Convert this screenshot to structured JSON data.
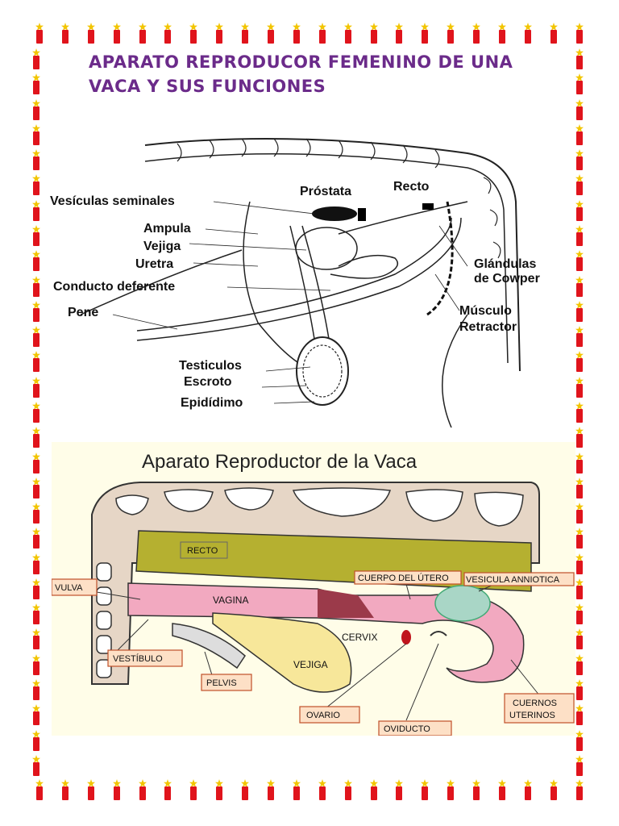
{
  "document": {
    "title": "Aparato reproducor femenino de una vaca y sus funciones"
  },
  "figure_male": {
    "labels": {
      "vesiculas": "Vesículas seminales",
      "prostata": "Próstata",
      "recto": "Recto",
      "ampula": "Ampula",
      "vejiga": "Vejiga",
      "uretra": "Uretra",
      "conducto": "Conducto deferente",
      "pene": "Pene",
      "glandulas1": "Glándulas",
      "glandulas2": "de Cowper",
      "musculo1": "Músculo",
      "musculo2": "Retractor",
      "testiculos": "Testiculos",
      "escroto": "Escroto",
      "epididimo": "Epidídimo"
    }
  },
  "figure_cow": {
    "title": "Aparato Reproductor de la Vaca",
    "labels": {
      "recto": "RECTO",
      "vulva": "VULVA",
      "vagina": "VAGINA",
      "cuerpo": "CUERPO DEL ÚTERO",
      "vesicula": "VESICULA ANNIOTICA",
      "cervix": "CERVIX",
      "vestibulo": "VESTÍBULO",
      "vejiga": "VEJIGA",
      "pelvis": "PELVIS",
      "ovario": "OVARIO",
      "oviducto": "OVIDUCTO",
      "cuernos1": "CUERNOS",
      "cuernos2": "UTERINOS"
    }
  },
  "colors": {
    "border_candle": "#e0141c",
    "border_flame": "#f2c500",
    "title": "#6b2b8a",
    "recto": "#b5b030",
    "vagina": "#f2a9c0",
    "vejiga": "#f7e79a",
    "bone": "#e6d6c6",
    "tag_fill": "#fde0c6",
    "tag_border": "#c0502a"
  }
}
